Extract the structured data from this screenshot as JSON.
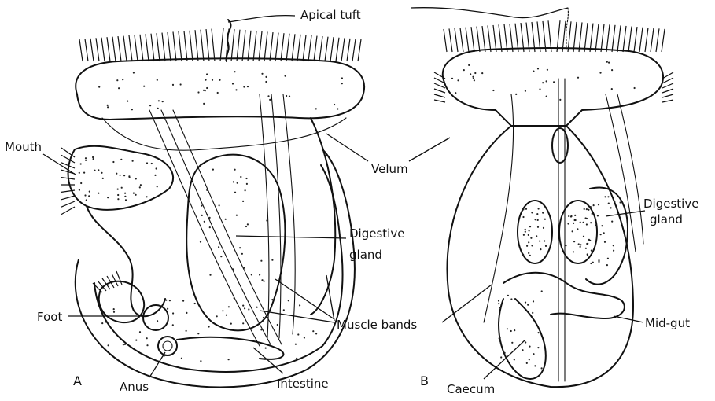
{
  "labels": {
    "apical_tuft": "Apical tuft",
    "mouth": "Mouth",
    "velum": "Velum",
    "digestive_gland_a_line1": "Digestive",
    "digestive_gland_a_line2": "gland",
    "digestive_gland_b_line1": "Digestive",
    "digestive_gland_b_line2": "gland",
    "muscle_bands": "Muscle bands",
    "foot": "Foot",
    "anus": "Anus",
    "intestine": "Intestine",
    "mid_gut": "Mid-gut",
    "caecum": "Caecum",
    "panel_a": "A",
    "panel_b": "B"
  }
}
